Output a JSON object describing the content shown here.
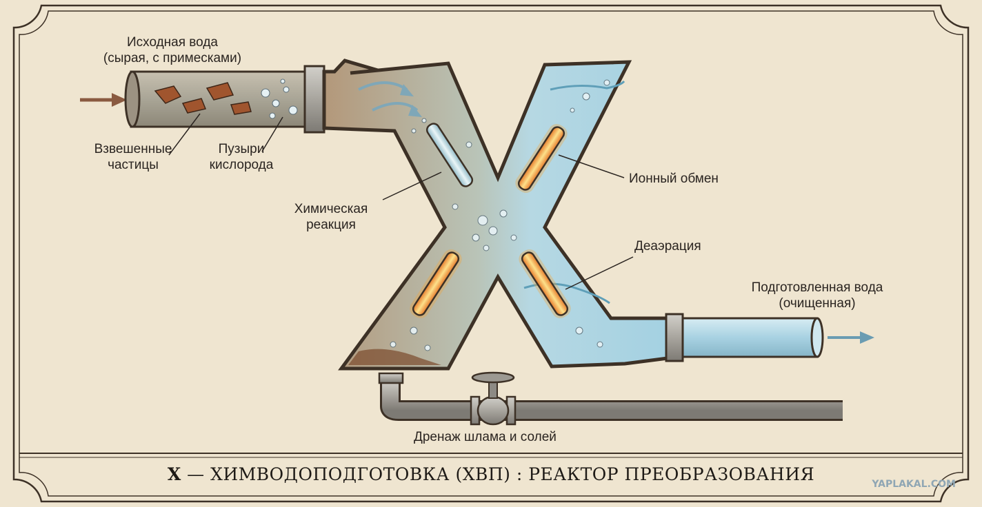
{
  "labels": {
    "inlet": [
      "Исходная вода",
      "(сырая, с примесками)"
    ],
    "particles": [
      "Взвешенные",
      "частицы"
    ],
    "bubbles": [
      "Пузыри",
      "кислорода"
    ],
    "chemical": [
      "Химическая",
      "реакция"
    ],
    "ion_exchange": "Ионный обмен",
    "deaeration": "Деаэрация",
    "outlet": [
      "Подготовленная вода",
      "(очищенная)"
    ],
    "drain": "Дренаж шлама и солей"
  },
  "title": {
    "letter": "X",
    "text": " — ХИМВОДОПОДГОТОВКА (ХВП) : РЕАКТОР ПРЕОБРАЗОВАНИЯ"
  },
  "watermark": "YAPLAKAL.COM",
  "colors": {
    "paper": "#efe5d0",
    "frame": "#3d3126",
    "raw_water": "#b89c78",
    "clean_water": "#a9d4e2",
    "lamp": "#f2a33a"
  }
}
